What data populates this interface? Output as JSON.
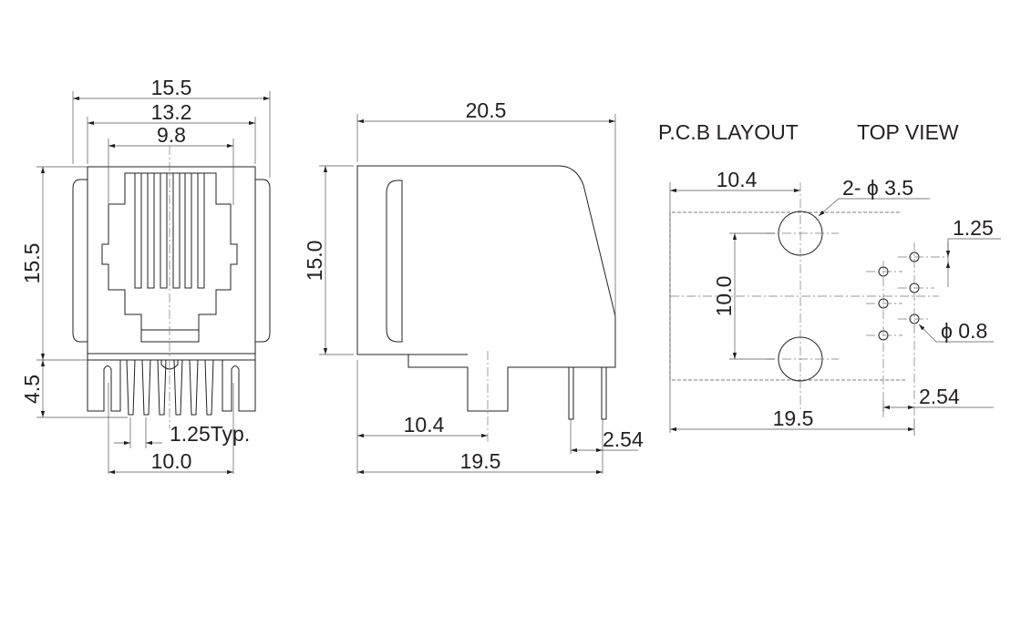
{
  "front_view": {
    "width_outer": "15.5",
    "width_body": "13.2",
    "width_opening": "9.8",
    "height": "15.5",
    "pin_length": "4.5",
    "pitch": "1.25Typ.",
    "post_spacing": "10.0"
  },
  "side_view": {
    "depth": "20.5",
    "height": "15.0",
    "post_offset": "10.4",
    "pin_offset": "19.5",
    "pin_pitch": "2.54"
  },
  "pcb": {
    "title": "P.C.B LAYOUT",
    "subtitle": "TOP VIEW",
    "post_offset": "10.4",
    "post_hole": "2- ϕ 3.5",
    "post_spacing": "10.0",
    "pin_pitch_v": "1.25",
    "pin_hole": "ϕ 0.8",
    "row_pitch": "2.54",
    "total": "19.5"
  }
}
